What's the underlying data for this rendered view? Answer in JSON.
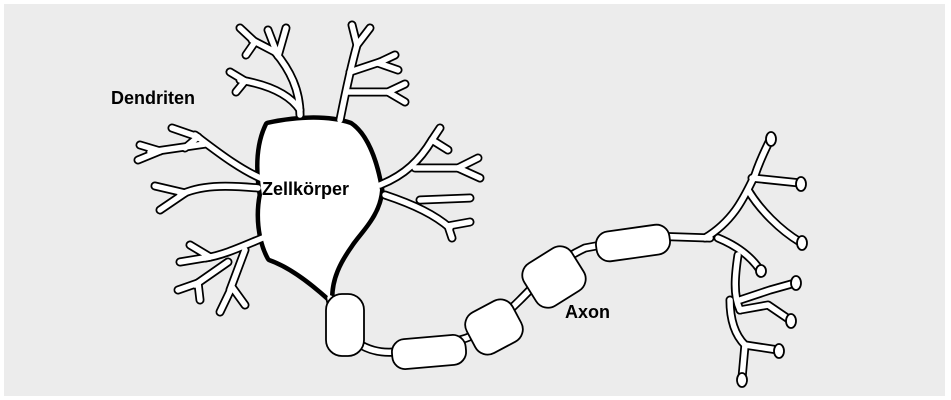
{
  "diagram": {
    "labels": {
      "dendrites": "Dendriten",
      "cell_body": "Zellkörper",
      "axon": "Axon"
    },
    "colors": {
      "background": "#ececec",
      "fill": "#ffffff",
      "stroke": "#000000"
    }
  }
}
